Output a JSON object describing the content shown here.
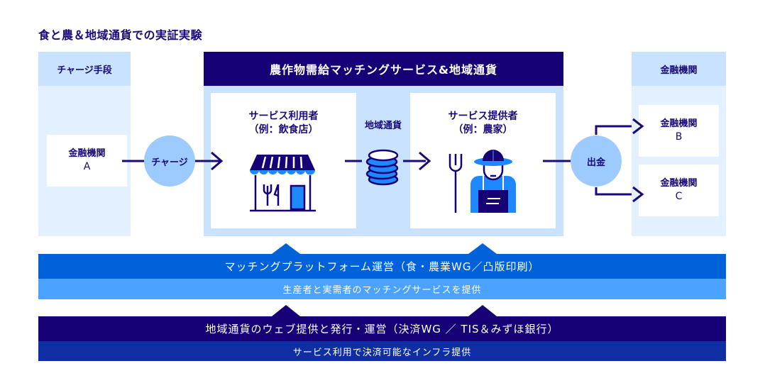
{
  "page_title": "食と農＆地域通貨での実証実験",
  "charge_column": {
    "header": "チャージ手段",
    "bank_a": {
      "name": "金融機関",
      "letter": "A"
    }
  },
  "charge_node": "チャージ",
  "main_panel": {
    "header": "農作物需給マッチングサービス&地域通貨",
    "user_box": {
      "title": "サービス利用者",
      "example": "（例：飲食店）",
      "icon": "storefront-icon"
    },
    "currency_label": "地域通貨",
    "currency_icon": "coin-stack-icon",
    "provider_box": {
      "title": "サービス提供者",
      "example": "（例：農家）",
      "icon": "farmer-icon"
    }
  },
  "withdraw_node": "出金",
  "bank_column": {
    "header": "金融機関",
    "bank_b": {
      "name": "金融機関",
      "letter": "B"
    },
    "bank_c": {
      "name": "金融機関",
      "letter": "C"
    }
  },
  "platform_band": {
    "title": "マッチングプラットフォーム運営（食・農業WG／凸版印刷）",
    "subtitle": "生産者と実需者のマッチングサービスを提供"
  },
  "currency_band": {
    "title": "地域通貨のウェブ提供と発行・運営（決済WG ／ TIS＆みずほ銀行）",
    "subtitle": "サービス利用で決済可能なインフラ提供"
  },
  "colors": {
    "navy": "#170075",
    "text": "#1a0a78",
    "blue": "#0062d9",
    "light_blue": "#4ba2ff",
    "pale_blue": "#c8e2ff",
    "paler_blue": "#e3f0ff",
    "circle": "#9dcbff",
    "icon_blue": "#1e88ff"
  }
}
